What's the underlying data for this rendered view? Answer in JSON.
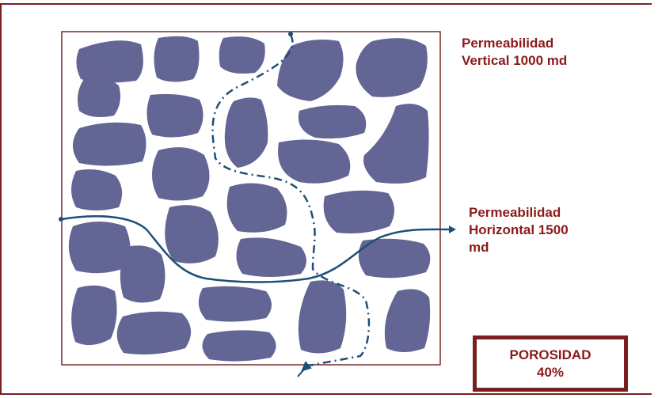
{
  "labels": {
    "vertical": {
      "line1": "Permeabilidad",
      "line2": "Vertical 1000 md"
    },
    "horizontal": {
      "line1": "Permeabilidad",
      "line2": "Horizontal 1500",
      "line3": "md"
    },
    "porosity": {
      "line1": "POROSIDAD",
      "line2": "40%"
    }
  },
  "colors": {
    "grain": "#636594",
    "flow": "#1d4f78",
    "text": "#8b1a1a",
    "frame": "#7a1f1f"
  }
}
